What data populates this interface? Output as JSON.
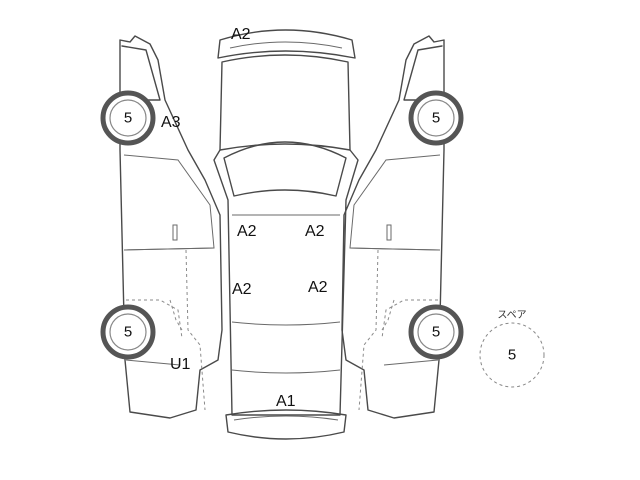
{
  "damage_marks": {
    "roof_rear": "A2",
    "left_side": "A3",
    "roof_left": "A2",
    "roof_right": "A2",
    "bonnet_left": "A2",
    "bonnet_right": "A2",
    "left_front_area": "U1",
    "front_bumper": "A1"
  },
  "tires": {
    "left_rear": "5",
    "right_rear": "5",
    "left_front": "5",
    "right_front": "5"
  },
  "spare": {
    "caption": "スペア",
    "value": "5"
  }
}
